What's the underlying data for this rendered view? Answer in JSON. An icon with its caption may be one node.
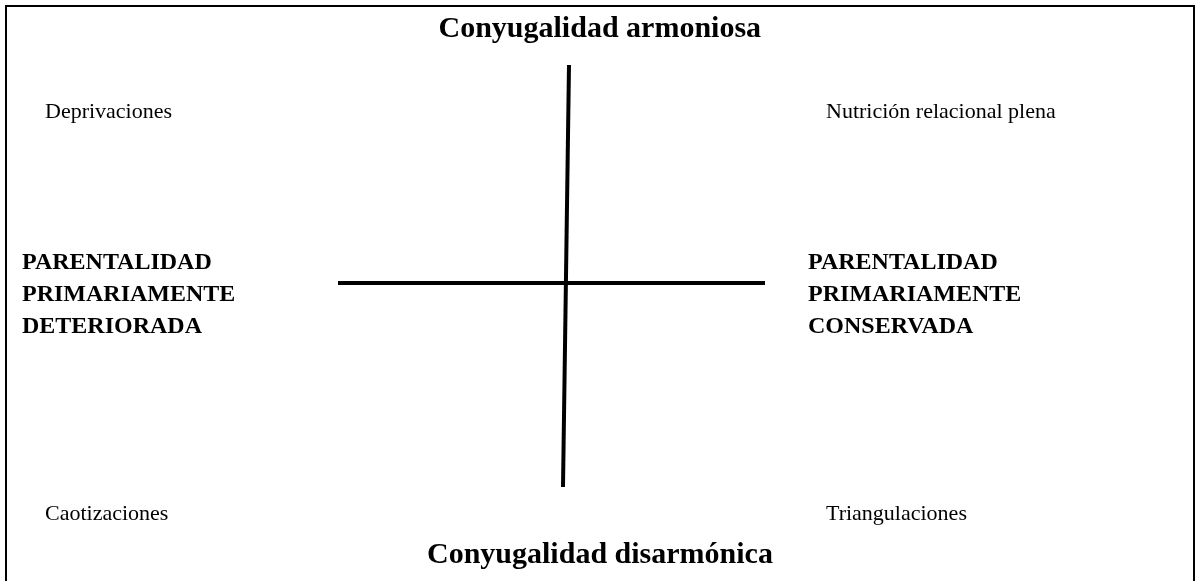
{
  "diagram": {
    "labels": [
      "Conyugalidad armoniosa",
      "Deprivaciones",
      "Nutrición relacional plena",
      "PARENTALIDAD PRIMARIAMENTE DETERIORADA",
      "PARENTALIDAD PRIMARIAMENTE CONSERVADA",
      "Caotizaciones",
      "Triangulaciones",
      "Conyugalidad disarmónica"
    ]
  }
}
